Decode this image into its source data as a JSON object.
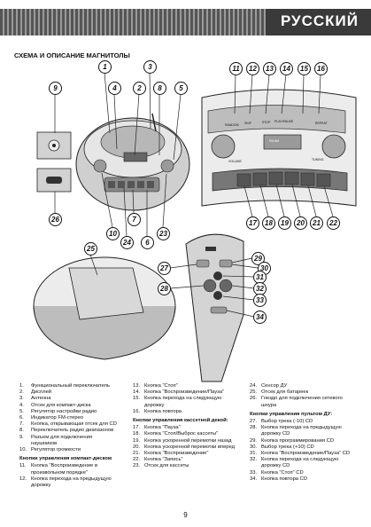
{
  "header": {
    "language": "РУССКИЙ"
  },
  "section_title": "СХЕМА И ОПИСАНИЕ МАГНИТОЛЫ",
  "callouts": [
    "1",
    "2",
    "3",
    "4",
    "5",
    "6",
    "7",
    "8",
    "9",
    "10",
    "11",
    "12",
    "13",
    "14",
    "15",
    "16",
    "17",
    "18",
    "19",
    "20",
    "21",
    "22",
    "23",
    "24",
    "25",
    "26",
    "27",
    "28",
    "29",
    "30",
    "31",
    "32",
    "33",
    "34"
  ],
  "col1": [
    {
      "n": "1.",
      "t": "Функциональный переключатель"
    },
    {
      "n": "2.",
      "t": "Дисплей"
    },
    {
      "n": "3.",
      "t": "Антенна"
    },
    {
      "n": "4.",
      "t": "Отсек для компакт-диска"
    },
    {
      "n": "5.",
      "t": "Регулятор настройки радио"
    },
    {
      "n": "6.",
      "t": "Индикатор FM-стерео"
    },
    {
      "n": "7.",
      "t": "Кнопка, открывающая отсек для CD"
    },
    {
      "n": "8.",
      "t": "Переключатель радио диапазонов"
    },
    {
      "n": "9.",
      "t": "Разъем для подключения наушников"
    },
    {
      "n": "10.",
      "t": "Регулятор громкости"
    }
  ],
  "col1_head": "Кнопки управления компакт-диском",
  "col1b": [
    {
      "n": "11.",
      "t": "Кнопка \"Воспроизведение в произвольном порядке\""
    },
    {
      "n": "12.",
      "t": "Кнопка перехода на предыдущую дорожку"
    }
  ],
  "col2": [
    {
      "n": "13.",
      "t": "Кнопка \"Стоп\""
    },
    {
      "n": "14.",
      "t": "Кнопка \"Воспроизведение/Пауза\""
    },
    {
      "n": "15.",
      "t": "Кнопка перехода на следующую дорожку"
    },
    {
      "n": "16.",
      "t": "Кнопка повтора"
    }
  ],
  "col2_head": "Кнопки управления кассетной декой:",
  "col2b": [
    {
      "n": "17.",
      "t": "Кнопка \"Пауза\""
    },
    {
      "n": "18.",
      "t": "Кнопка \"Стоп/Выброс кассеты\""
    },
    {
      "n": "19.",
      "t": "Кнопка ускоренной перемотки назад"
    },
    {
      "n": "20.",
      "t": "Кнопка ускоренной перемотки вперед"
    },
    {
      "n": "21.",
      "t": "Кнопка \"Воспроизведение\""
    },
    {
      "n": "22.",
      "t": "Кнопка \"Запись\""
    },
    {
      "n": "23.",
      "t": "Отсек для кассеты"
    }
  ],
  "col3": [
    {
      "n": "24.",
      "t": "Сенсор ДУ"
    },
    {
      "n": "25.",
      "t": "Отсек для батареек"
    },
    {
      "n": "26.",
      "t": "Гнездо для подключения сетевого шнура"
    }
  ],
  "col3_head": "Кнопки управления пультом ДУ:",
  "col3b": [
    {
      "n": "27.",
      "t": "Выбор трека (-10) CD"
    },
    {
      "n": "28.",
      "t": "Кнопка перехода на предыдущую дорожку CD"
    },
    {
      "n": "29.",
      "t": "Кнопка программирования CD"
    },
    {
      "n": "30.",
      "t": "Выбор трека (+10) CD"
    },
    {
      "n": "31.",
      "t": "Кнопка \"Воспроизведение/Пауза\" CD"
    },
    {
      "n": "32.",
      "t": "Кнопка перехода на следующую дорожку CD"
    },
    {
      "n": "33.",
      "t": "Кнопка \"Стоп\" CD"
    },
    {
      "n": "34.",
      "t": "Кнопка повтора CD"
    }
  ],
  "page_number": "9",
  "panel_labels": {
    "random": "RANDOM",
    "skip": "SKIP",
    "stop": "STOP",
    "play": "PLAY/PAUSE",
    "repeat": "REPEAT",
    "volume": "VOLUME",
    "tuning": "TUNING",
    "dial": "FM AM"
  }
}
